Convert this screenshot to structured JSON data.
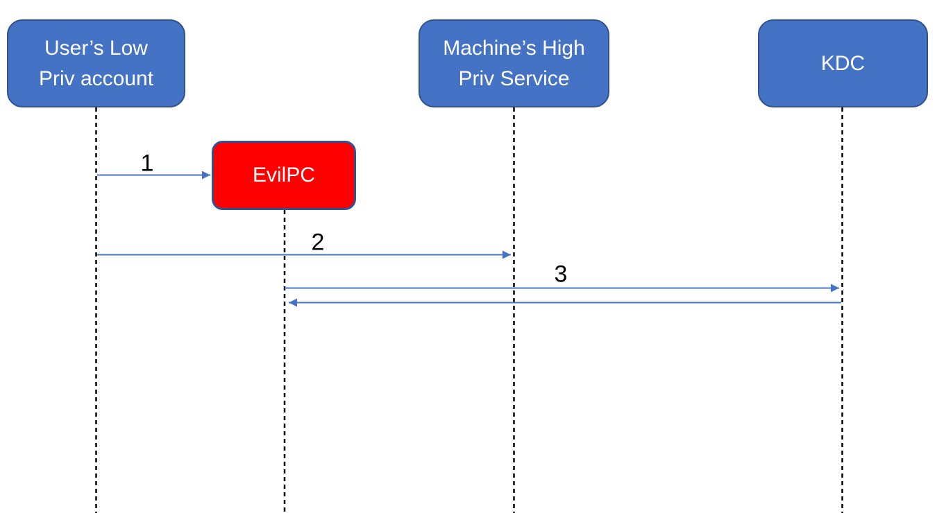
{
  "diagram": {
    "type": "sequence-diagram",
    "actors": [
      {
        "id": "user-low-priv",
        "label": "User’s Low\nPriv account"
      },
      {
        "id": "machine-high-priv",
        "label": "Machine’s High\nPriv Service"
      },
      {
        "id": "kdc",
        "label": "KDC"
      },
      {
        "id": "evilpc",
        "label": "EvilPC"
      }
    ],
    "messages": [
      {
        "label": "1",
        "from": "user-low-priv",
        "to": "evilpc"
      },
      {
        "label": "2",
        "from": "user-low-priv",
        "to": "machine-high-priv"
      },
      {
        "label": "3",
        "from": "evilpc",
        "to": "kdc"
      },
      {
        "label": "",
        "from": "kdc",
        "to": "evilpc"
      }
    ],
    "colors": {
      "actor_fill": "#4472C4",
      "actor_border": "#2F528F",
      "actor_text": "#FFFFFF",
      "evil_fill": "#FF0000",
      "evil_border": "#2E5395",
      "arrow": "#4472C4",
      "lifeline": "#000000",
      "message_label": "#000000",
      "background": "#FFFFFF"
    }
  }
}
